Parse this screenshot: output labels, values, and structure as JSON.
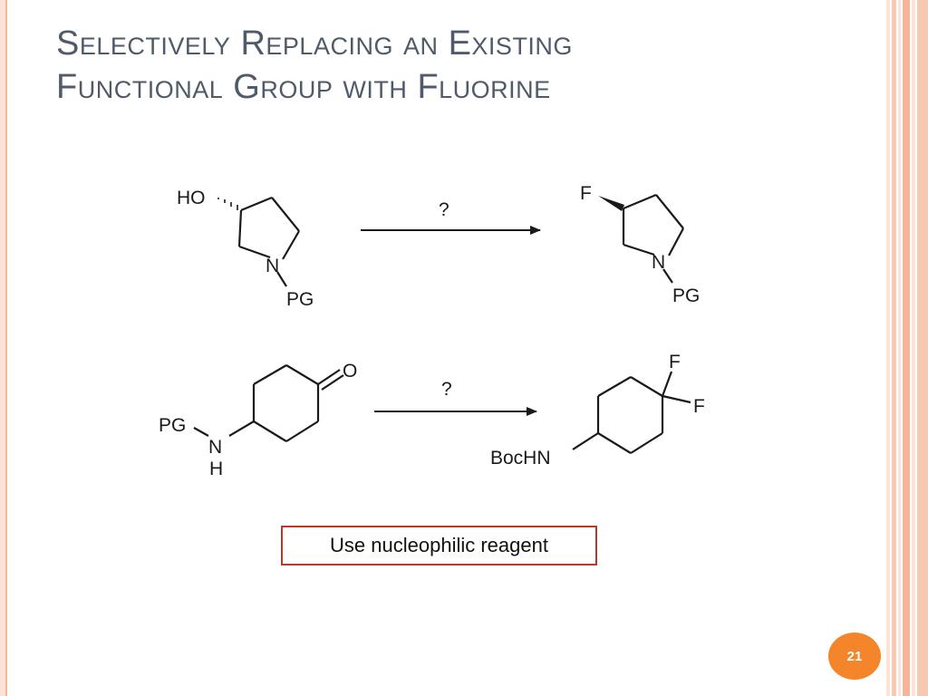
{
  "slide": {
    "title_line1": "Selectively Replacing an Existing",
    "title_line2": "Functional Group with Fluorine",
    "note": "Use nucleophilic reagent",
    "page_number": "21"
  },
  "scheme": {
    "reaction1": {
      "reactant_labels": {
        "substituent": "HO",
        "nitrogen": "N",
        "protecting_group": "PG"
      },
      "arrow_label": "?",
      "product_labels": {
        "substituent": "F",
        "nitrogen": "N",
        "protecting_group": "PG"
      }
    },
    "reaction2": {
      "reactant_labels": {
        "carbonyl": "O",
        "protecting_group": "PG",
        "nitrogen": "N",
        "hydrogen": "H"
      },
      "arrow_label": "?",
      "product_labels": {
        "fluorine_top": "F",
        "fluorine_right": "F",
        "amine": "BocHN"
      }
    }
  },
  "colors": {
    "title": "#4f5a6a",
    "note_border": "#b33b2e",
    "badge": "#f4852a",
    "accent_stripe": "#f4b599"
  }
}
